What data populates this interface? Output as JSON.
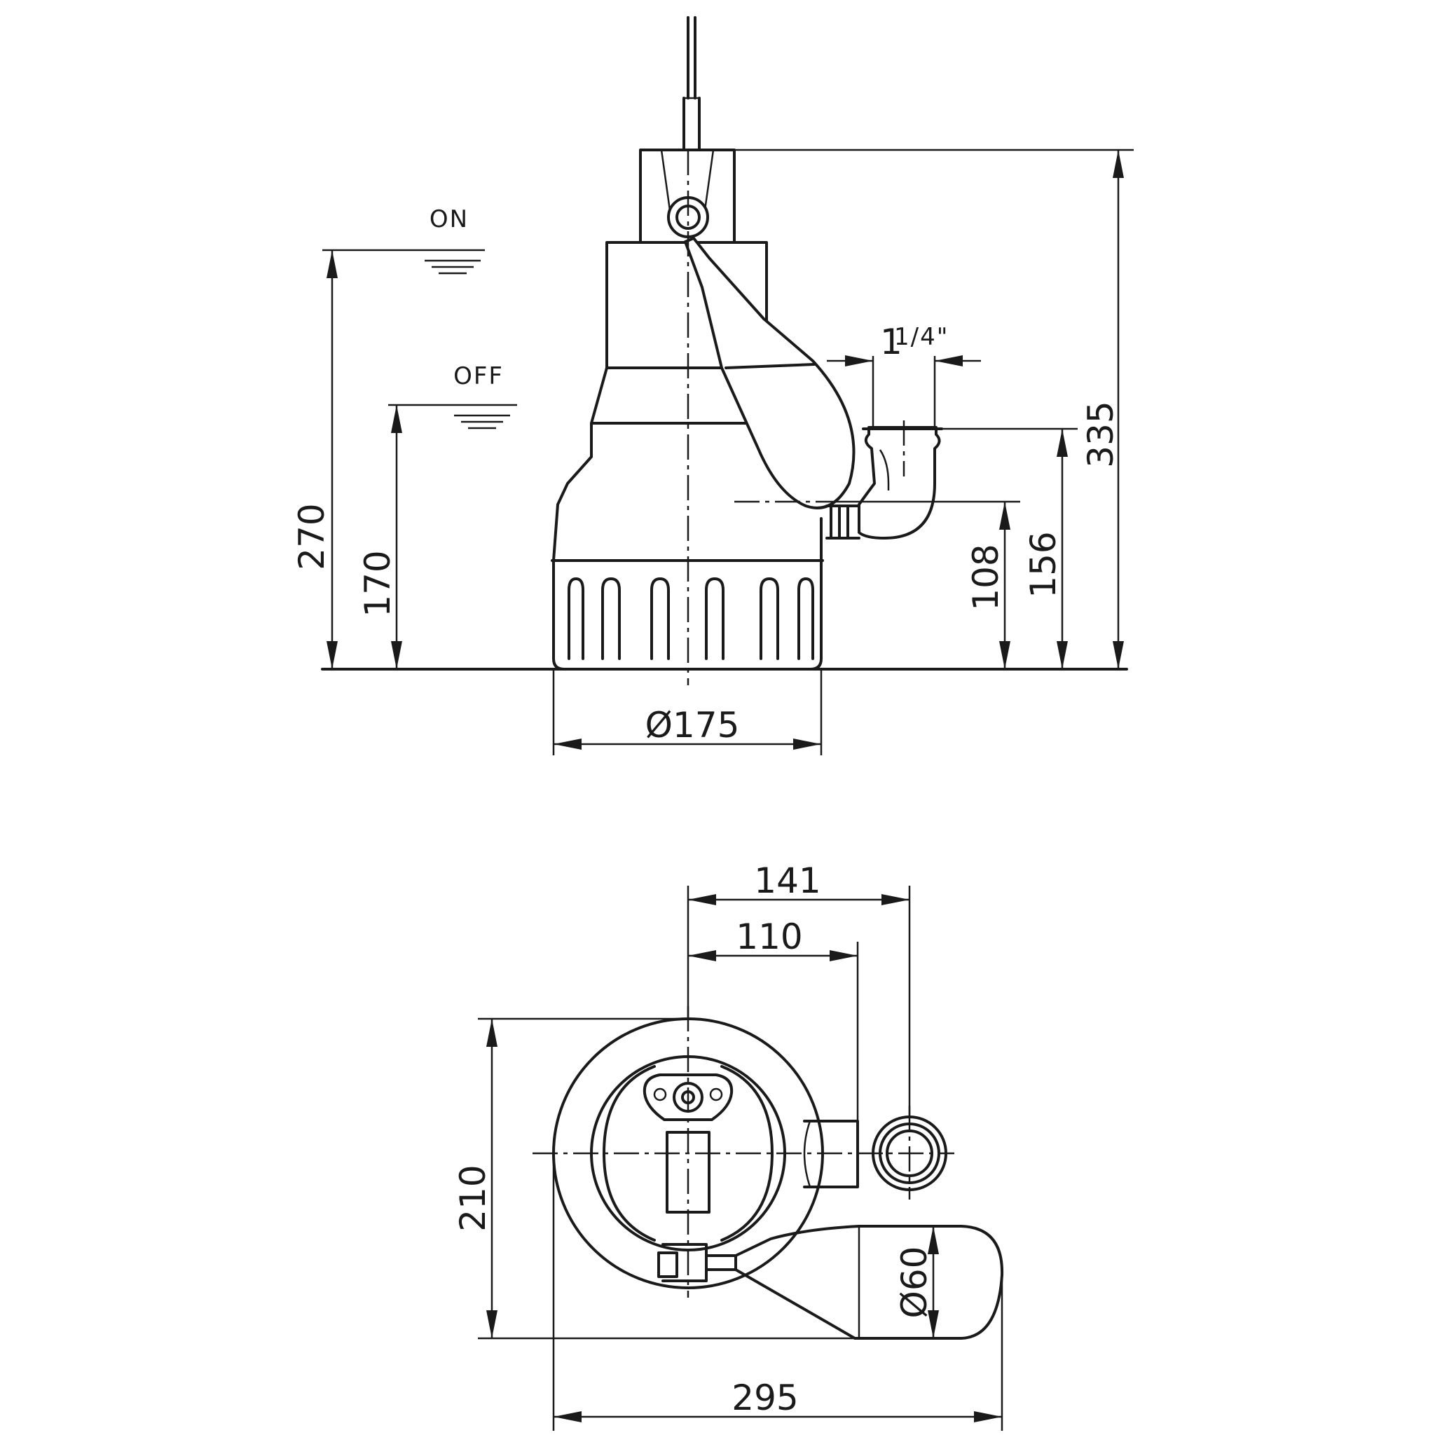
{
  "side_view": {
    "level_on": "ON",
    "level_off": "OFF",
    "dim_on_height": "270",
    "dim_off_height": "170",
    "dim_diameter": "Ø175",
    "dim_outlet_thread_main": "1",
    "dim_outlet_thread_fraction": "1/4\"",
    "dim_outlet_axis": "108",
    "dim_outlet_top": "156",
    "dim_total_height": "335"
  },
  "top_view": {
    "dim_outlet_center": "141",
    "dim_outlet_flange": "110",
    "dim_depth": "210",
    "dim_width": "295",
    "dim_float": "Ø60"
  }
}
